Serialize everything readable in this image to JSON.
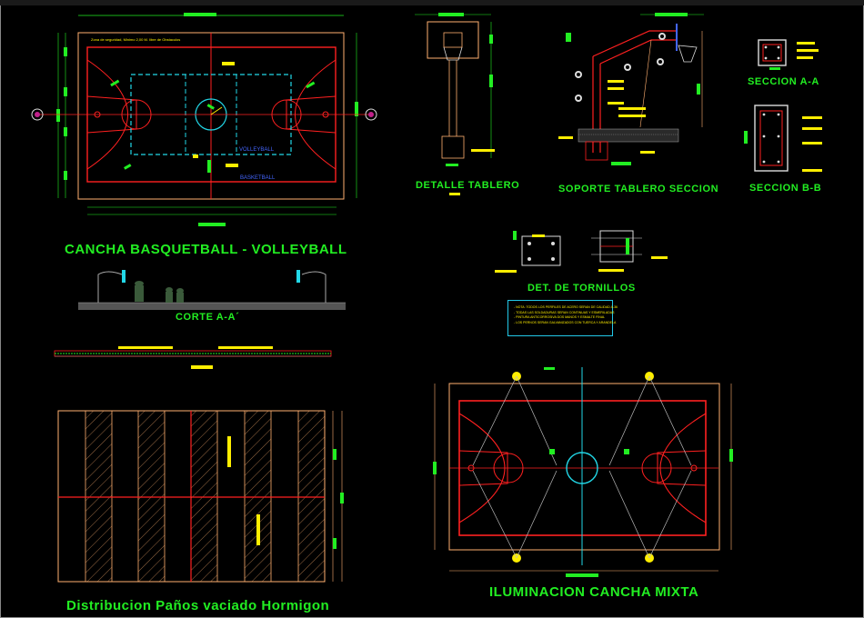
{
  "titles": {
    "court": "CANCHA  BASQUETBALL - VOLLEYBALL",
    "section_cut": "CORTE A-A´",
    "board_detail": "DETALLE  TABLERO",
    "board_support": "SOPORTE  TABLERO SECCION",
    "section_a": "SECCION A-A",
    "section_b": "SECCION B-B",
    "bolts": "DET. DE TORNILLOS",
    "concrete": "Distribucion Paños vaciado Hormigon",
    "lighting": "ILUMINACION CANCHA MIXTA"
  },
  "court_labels": {
    "volleyball": "VOLLEYBALL",
    "basketball": "BASKETBALL",
    "safety_zone": "Zona de seguridad, Minimo 2,00 M. libre de Obstaculos"
  },
  "notes": [
    "- NOTA: TODOS LOS PERFILES DE ACERO SERAN DE CALIDAD A-36",
    "- TODAS LAS SOLDADURAS SERAN CONTINUAS Y ESMERILADAS",
    "- PINTURA ANTICORROSIVA DOS MANOS Y ESMALTE FINAL",
    "- LOS PERNOS SERAN GALVANIZADOS CON TUERCA Y ARANDELA"
  ],
  "colors": {
    "background": "#000000",
    "court_line": "#ff2020",
    "court_fill": "#ffb070",
    "dimension": "#22ee22",
    "annotation": "#ffee00",
    "cyan": "#22d8e8",
    "title": "#22ee22"
  }
}
